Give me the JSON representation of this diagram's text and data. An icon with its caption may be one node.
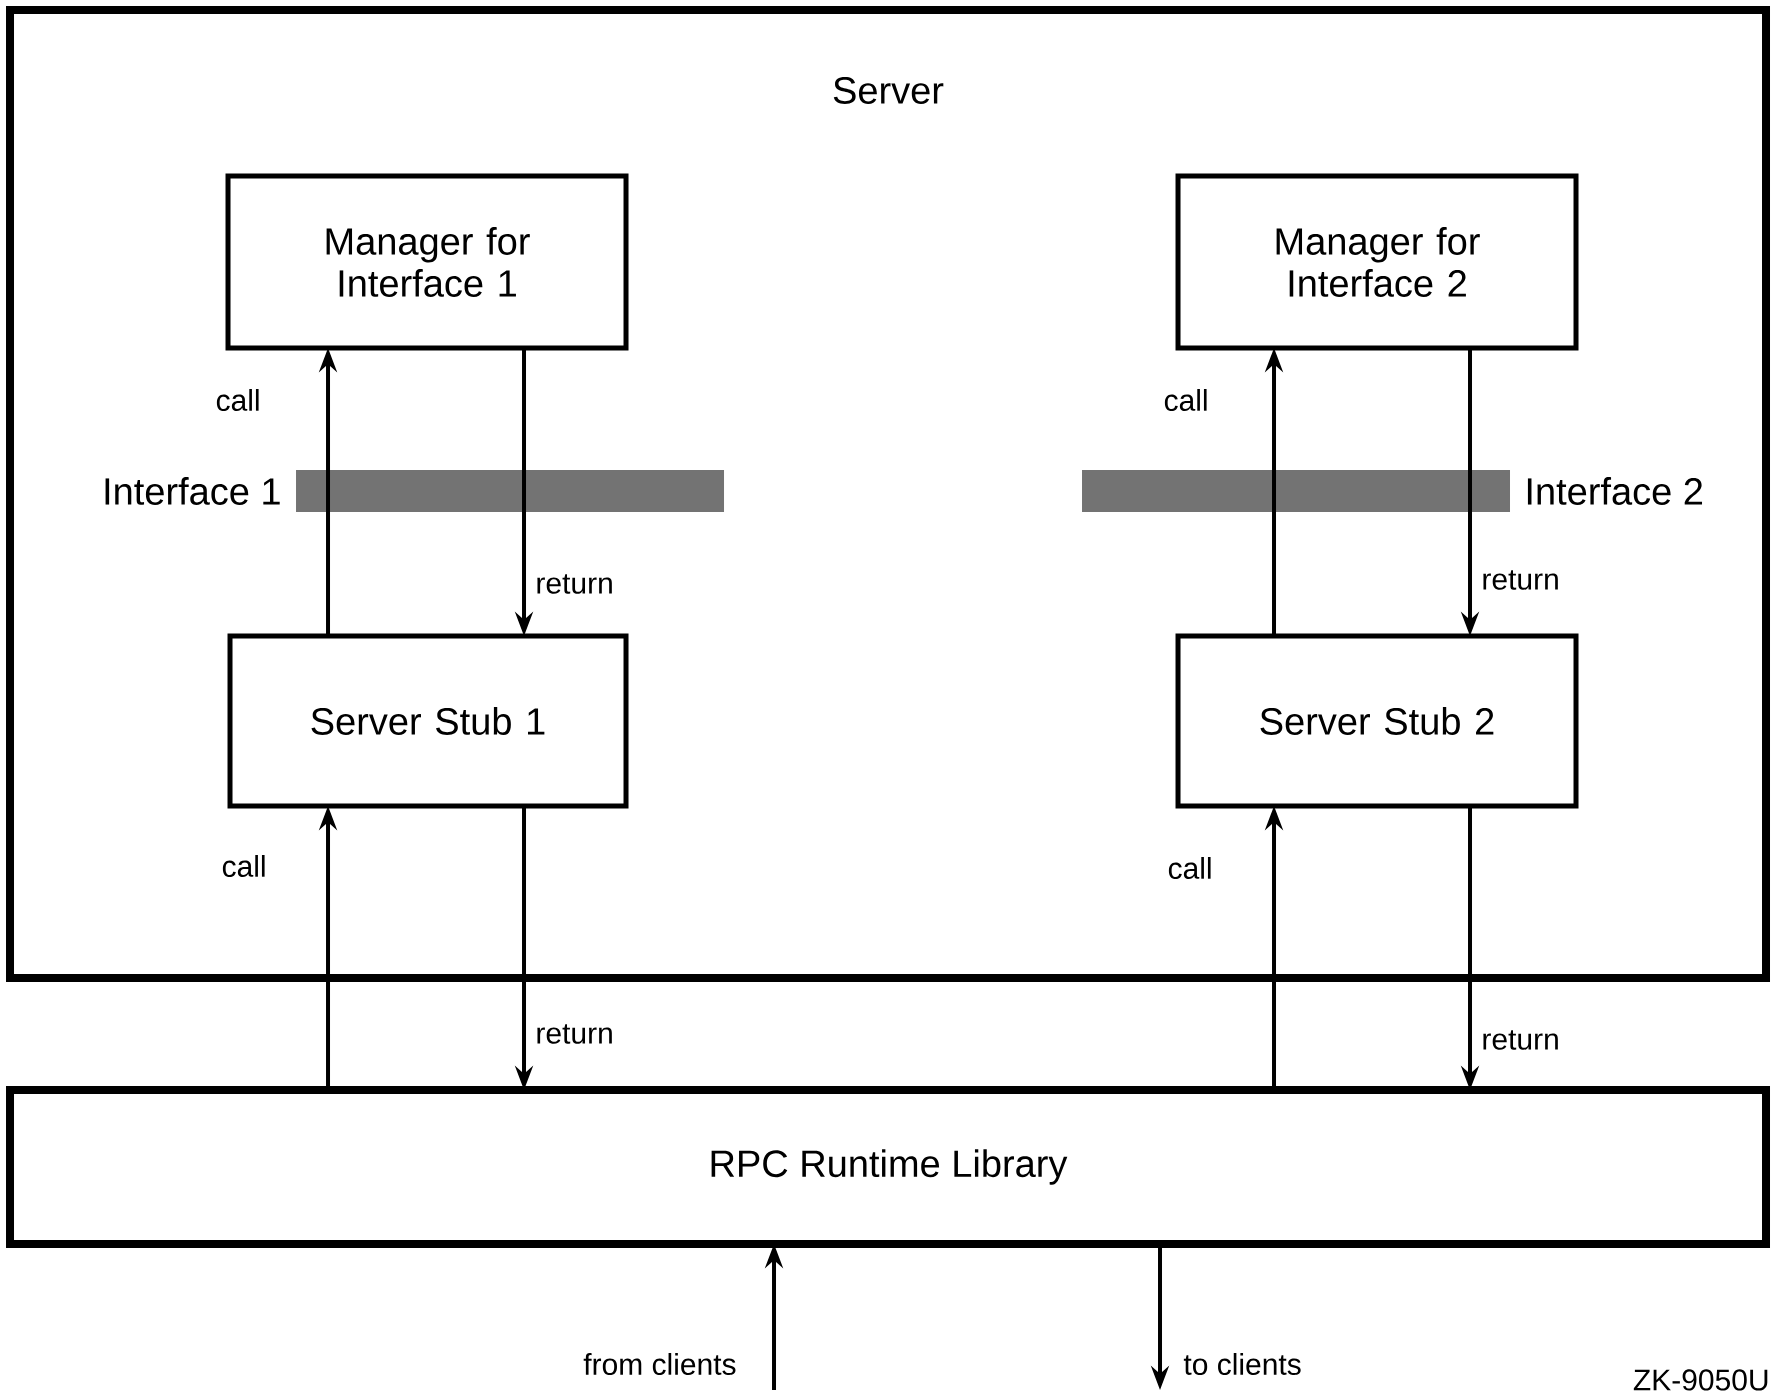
{
  "diagram": {
    "nodes": [
      {
        "text": [
          "Server"
        ]
      },
      {
        "text": [
          "Manager for Interface 1"
        ],
        "in": 0
      },
      {
        "text": [
          "Manager for Interface 2"
        ],
        "in": 0
      },
      {
        "text": [
          "Server Stub 1"
        ],
        "in": 0
      },
      {
        "text": [
          "Server Stub 2"
        ],
        "in": 0
      },
      {
        "text": [
          "RPC Runtime Library"
        ]
      }
    ],
    "edges": [
      {
        "from": 3,
        "to": 1,
        "arrow": "to",
        "label": "call"
      },
      {
        "from": 1,
        "to": 3,
        "arrow": "to",
        "label": "return"
      },
      {
        "from": 4,
        "to": 2,
        "arrow": "to",
        "label": "call"
      },
      {
        "from": 2,
        "to": 4,
        "arrow": "to",
        "label": "return"
      },
      {
        "from": 5,
        "to": 3,
        "arrow": "to",
        "label": "call"
      },
      {
        "from": 3,
        "to": 5,
        "arrow": "to",
        "label": "return"
      },
      {
        "from": 5,
        "to": 4,
        "arrow": "to",
        "label": "call"
      },
      {
        "from": 4,
        "to": 5,
        "arrow": "to",
        "label": "return"
      },
      {
        "from": null,
        "to": 5,
        "arrow": "to",
        "label": "from clients"
      },
      {
        "from": 5,
        "to": null,
        "arrow": "to",
        "label": "to clients"
      }
    ],
    "labels": [
      "Interface 1",
      "Interface 2",
      "ZK-9050U"
    ]
  }
}
